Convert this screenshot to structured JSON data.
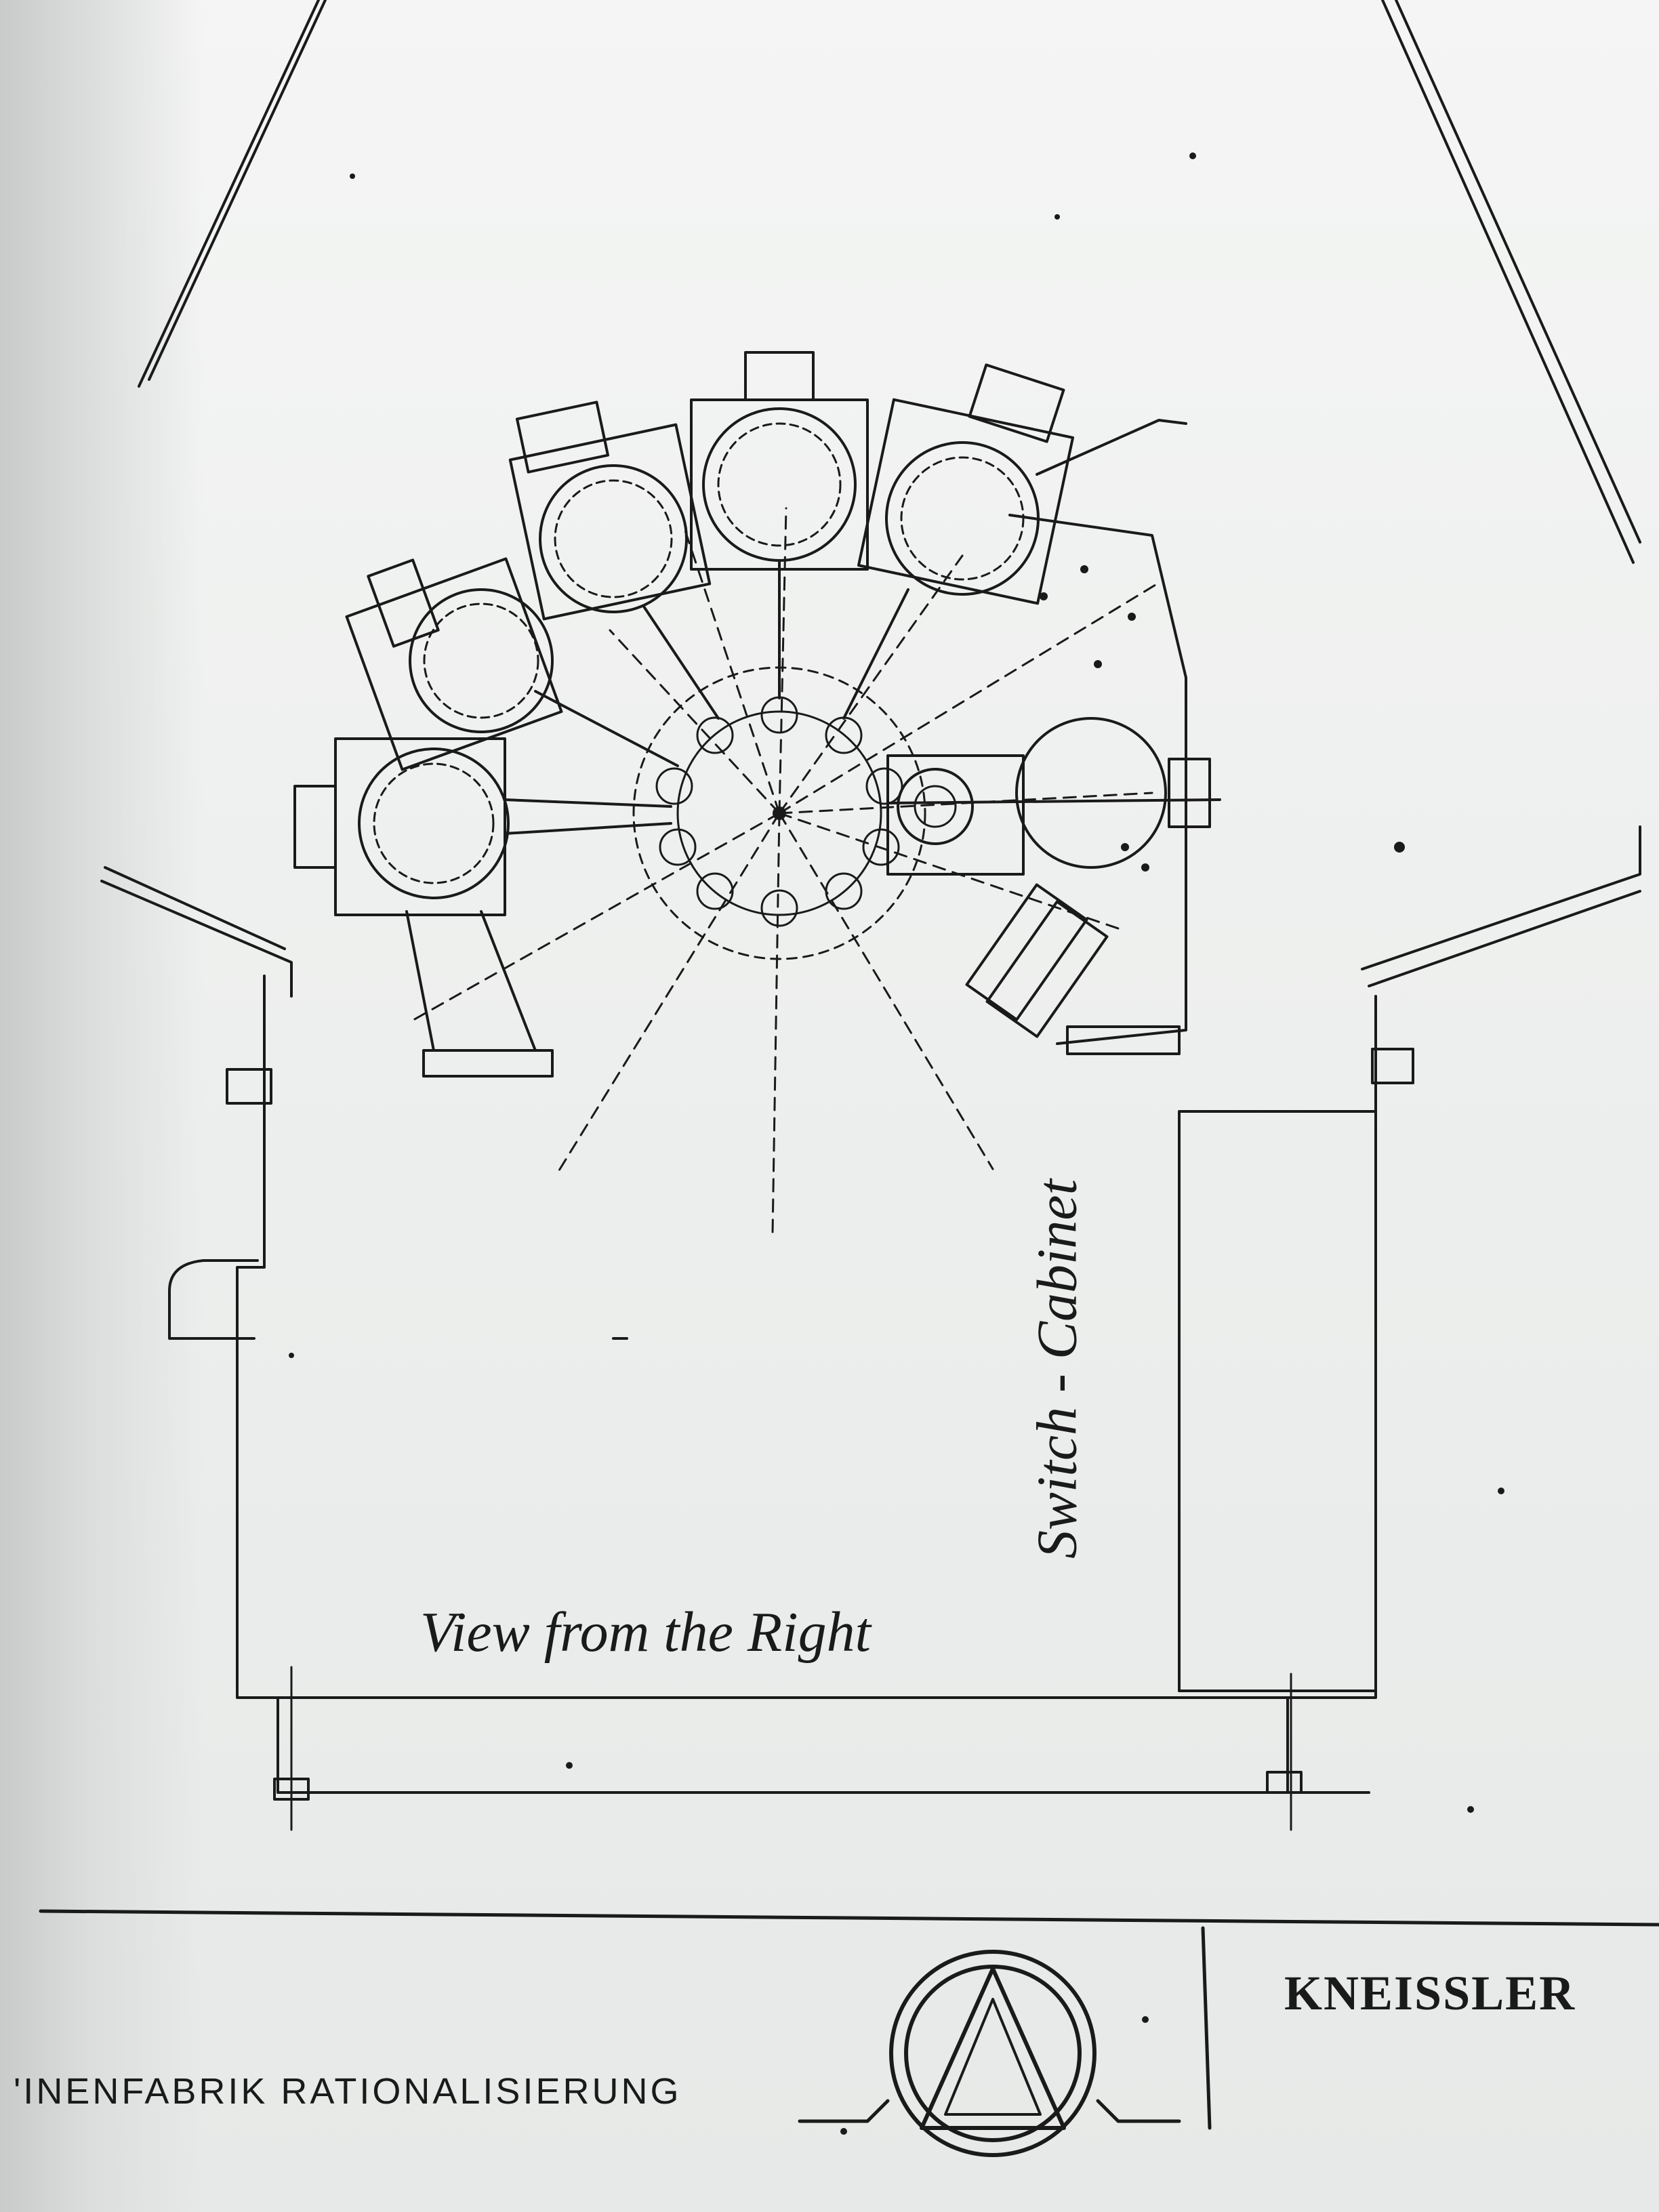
{
  "drawing": {
    "view_label": "View from the Right",
    "cabinet_label": "Switch - Cabinet"
  },
  "title_block": {
    "company_text": "'INENFABRIK RATIONALISIERUNG",
    "brand_name": "KNEISSLER",
    "logo_icon": "triangle-in-circle-logo-icon"
  },
  "colors": {
    "ink": "#1a1a1a",
    "paper": "#eef0ef"
  }
}
